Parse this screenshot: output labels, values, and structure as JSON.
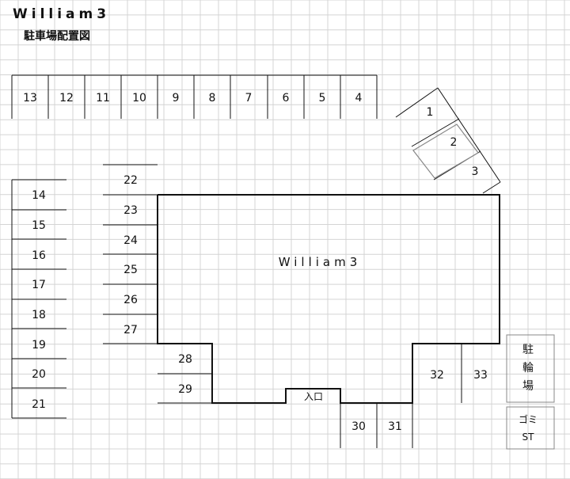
{
  "header": {
    "title": "William3",
    "subtitle": "駐車場配置図"
  },
  "building": {
    "name": "William3",
    "entrance": "入口"
  },
  "spaces": {
    "s1": "1",
    "s2": "2",
    "s3": "3",
    "s4": "4",
    "s5": "5",
    "s6": "6",
    "s7": "7",
    "s8": "8",
    "s9": "9",
    "s10": "10",
    "s11": "11",
    "s12": "12",
    "s13": "13",
    "s14": "14",
    "s15": "15",
    "s16": "16",
    "s17": "17",
    "s18": "18",
    "s19": "19",
    "s20": "20",
    "s21": "21",
    "s22": "22",
    "s23": "23",
    "s24": "24",
    "s25": "25",
    "s26": "26",
    "s27": "27",
    "s28": "28",
    "s29": "29",
    "s30": "30",
    "s31": "31",
    "s32": "32",
    "s33": "33"
  },
  "facilities": {
    "bicycle_1": "駐",
    "bicycle_2": "輪",
    "bicycle_3": "場",
    "garbage_1": "ゴミ",
    "garbage_2": "ST"
  }
}
